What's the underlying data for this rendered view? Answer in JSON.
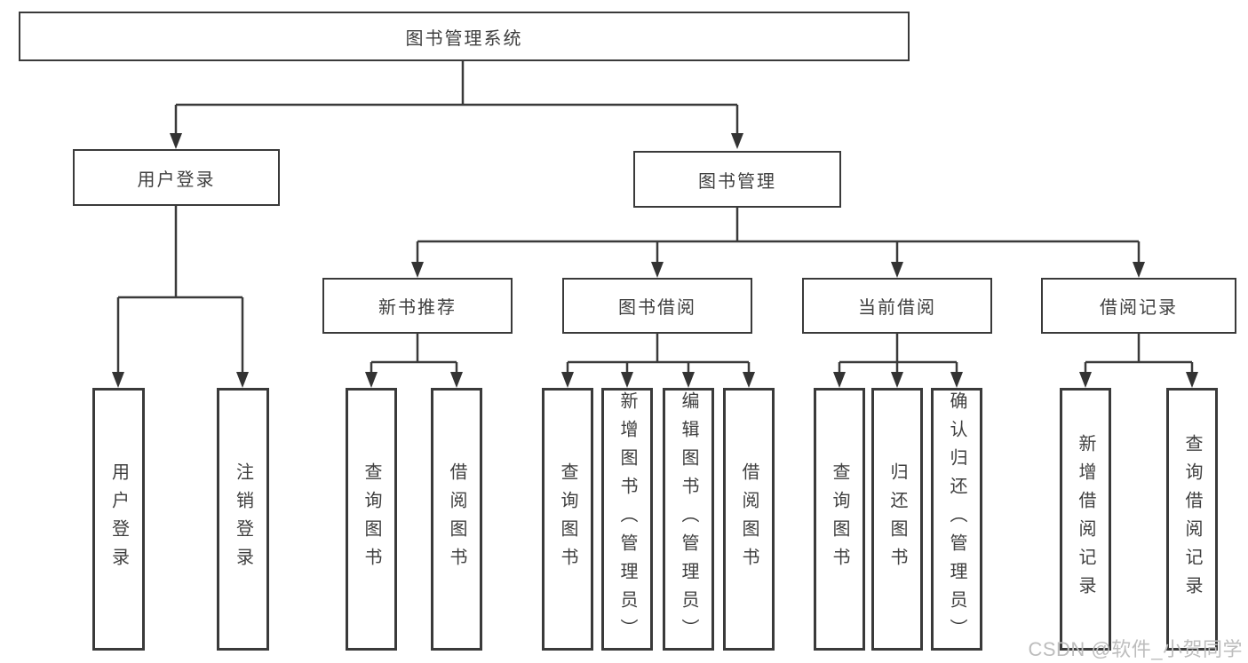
{
  "tree": {
    "root": {
      "label": "图书管理系统"
    },
    "level2": [
      {
        "label": "用户登录"
      },
      {
        "label": "图书管理"
      }
    ],
    "level3": [
      {
        "label": "新书推荐",
        "parent": "图书管理"
      },
      {
        "label": "图书借阅",
        "parent": "图书管理"
      },
      {
        "label": "当前借阅",
        "parent": "图书管理"
      },
      {
        "label": "借阅记录",
        "parent": "图书管理"
      }
    ],
    "leaves": [
      {
        "label": "用户登录",
        "parent": "用户登录"
      },
      {
        "label": "注销登录",
        "parent": "用户登录"
      },
      {
        "label": "查询图书",
        "parent": "新书推荐"
      },
      {
        "label": "借阅图书",
        "parent": "新书推荐"
      },
      {
        "label": "查询图书",
        "parent": "图书借阅"
      },
      {
        "label": "新增图书（管理员）",
        "parent": "图书借阅"
      },
      {
        "label": "编辑图书（管理员）",
        "parent": "图书借阅"
      },
      {
        "label": "借阅图书",
        "parent": "图书借阅"
      },
      {
        "label": "查询图书",
        "parent": "当前借阅"
      },
      {
        "label": "归还图书",
        "parent": "当前借阅"
      },
      {
        "label": "确认归还（管理员）",
        "parent": "当前借阅"
      },
      {
        "label": "新增借阅记录",
        "parent": "借阅记录"
      },
      {
        "label": "查询借阅记录",
        "parent": "借阅记录"
      }
    ]
  },
  "watermark": "CSDN @软件_小贺同学",
  "colors": {
    "line": "#3a3a3a",
    "box_border": "#3a3a3a",
    "box_fill": "#ffffff",
    "text": "#3f3f3f",
    "watermark": "#bdbdbd",
    "background": "#ffffff"
  }
}
